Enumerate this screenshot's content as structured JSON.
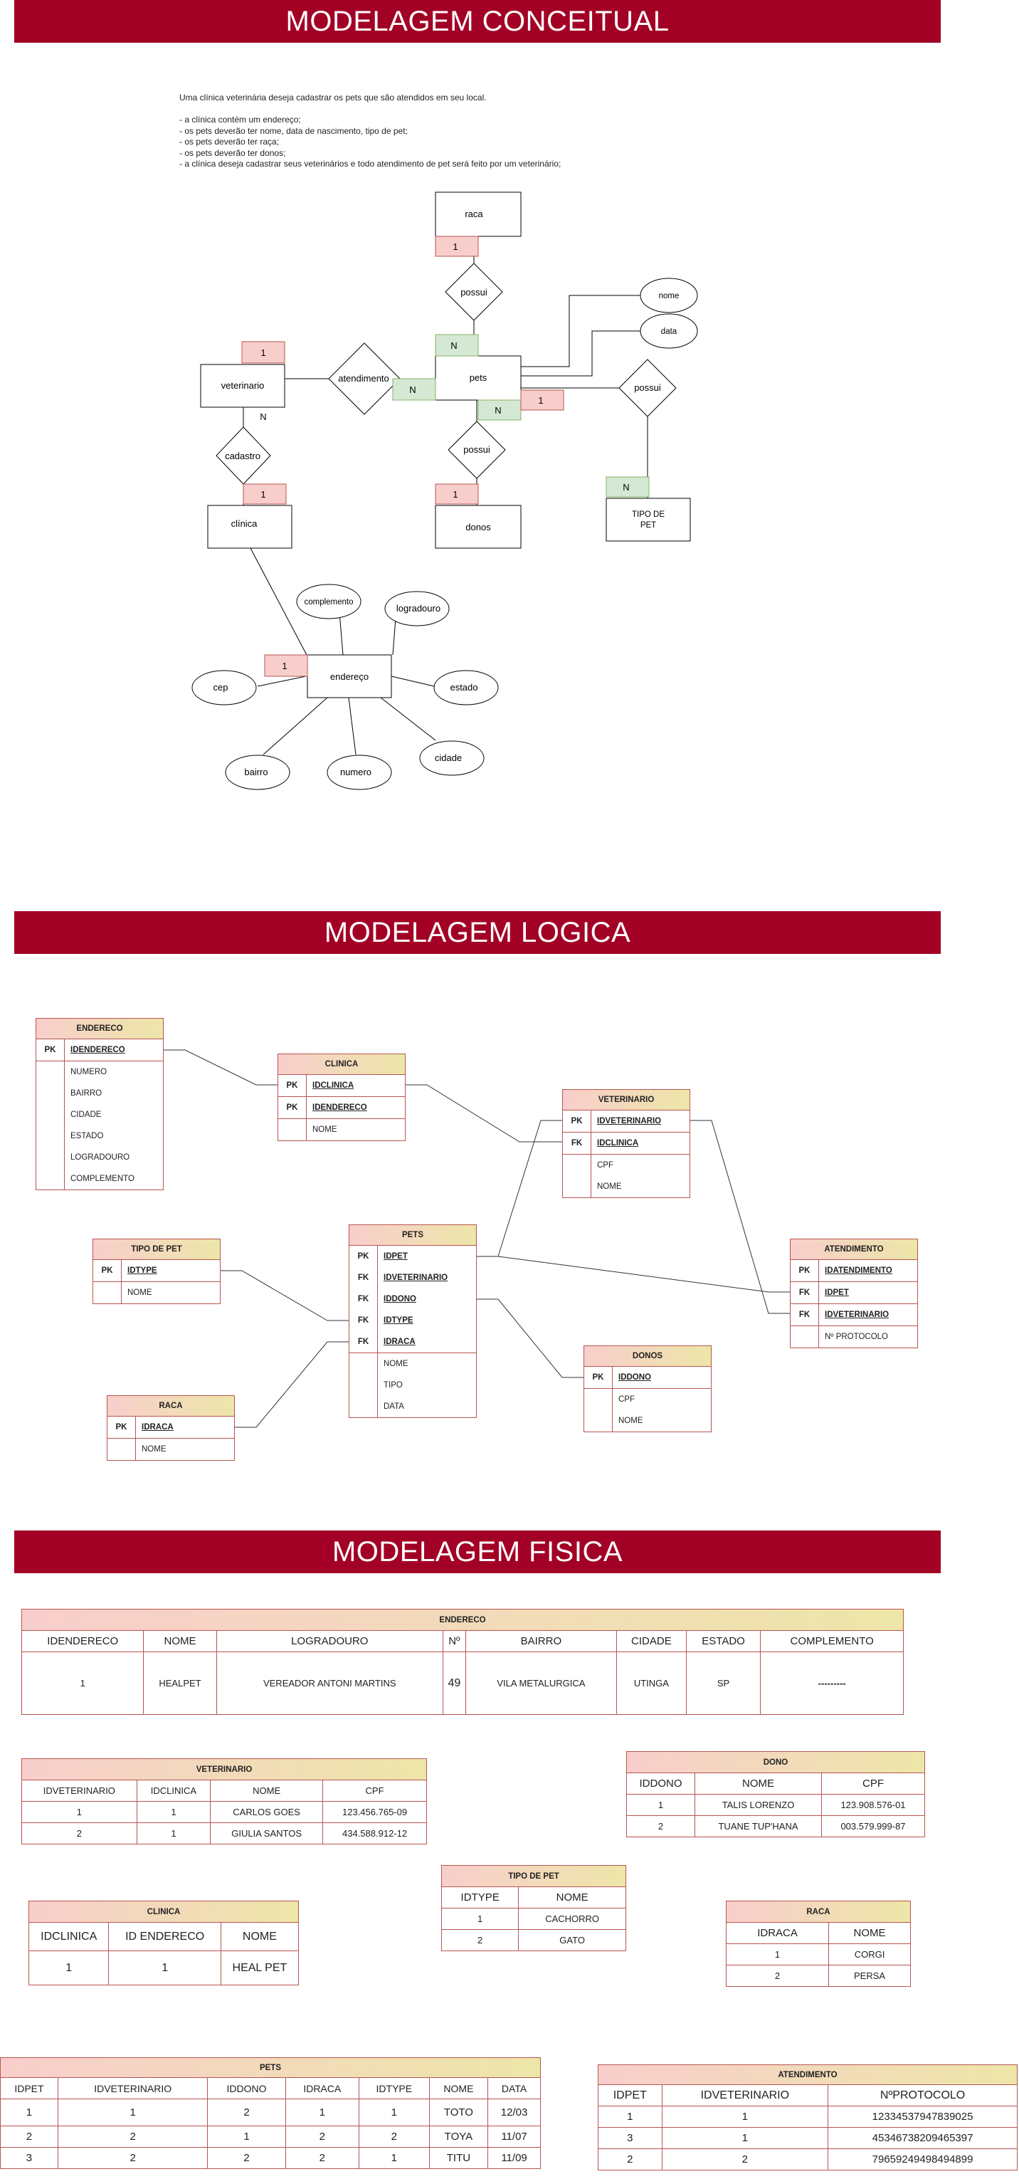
{
  "sections": {
    "conceitual": "MODELAGEM CONCEITUAL",
    "logica": "MODELAGEM LOGICA",
    "fisica": "MODELAGEM FISICA"
  },
  "description": "Uma clínica veterinária deseja cadastrar os pets que são atendidos em seu local.\n\n- a clínica contém um endereço;\n- os pets deverão ter nome, data de nascimento, tipo de pet;\n- os pets deverão ter raça;\n- os pets deverão ter donos;\n- a clínica deseja cadastrar seus veterinários e todo atendimento de pet será feito por um veterinário;",
  "er": {
    "entities": {
      "raca": "raca",
      "pets": "pets",
      "veterinario": "veterinario",
      "clinica": "clínica",
      "donos": "donos",
      "tipo_pet_line1": "TIPO DE",
      "tipo_pet_line2": "PET",
      "endereco": "endereço"
    },
    "relationships": {
      "possui_raca": "possui",
      "atendimento": "atendimento",
      "cadastro": "cadastro",
      "possui_donos": "possui",
      "possui_tipo": "possui"
    },
    "attributes": {
      "nome": "nome",
      "data": "data",
      "complemento": "complemento",
      "logradouro": "logradouro",
      "cep": "cep",
      "estado": "estado",
      "bairro": "bairro",
      "numero": "numero",
      "cidade": "cidade"
    },
    "cardinality": {
      "raca_1": "1",
      "pets_n_top": "N",
      "vet_1": "1",
      "pets_n_left": "N",
      "vet_n": "N",
      "pets_n_bottom": "N",
      "pets_1_right": "1",
      "clinica_1": "1",
      "donos_1": "1",
      "tipo_n": "N",
      "endereco_1": "1"
    }
  },
  "logical": {
    "pk": "PK",
    "fk": "FK",
    "endereco": {
      "title": "ENDERECO",
      "pk": "IDENDERECO",
      "fields": [
        "NUMERO",
        "BAIRRO",
        "CIDADE",
        "ESTADO",
        "LOGRADOURO",
        "COMPLEMENTO"
      ]
    },
    "clinica": {
      "title": "CLINICA",
      "pk1": "IDCLINICA",
      "pk2": "IDENDERECO",
      "fields": [
        "NOME"
      ]
    },
    "veterinario": {
      "title": "VETERINARIO",
      "pk": "IDVETERINARIO",
      "fk": "IDCLINICA",
      "fields": [
        "CPF",
        "NOME"
      ]
    },
    "tipo_pet": {
      "title": "TIPO DE PET",
      "pk": "IDTYPE",
      "fields": [
        "NOME"
      ]
    },
    "pets": {
      "title": "PETS",
      "pk": "IDPET",
      "fks": [
        "IDVETERINARIO",
        "IDDONO",
        "IDTYPE",
        "IDRACA"
      ],
      "fields": [
        "NOME",
        "TIPO",
        "DATA"
      ]
    },
    "atendimento": {
      "title": "ATENDIMENTO",
      "pk": "IDATENDIMENTO",
      "fks": [
        "IDPET",
        "IDVETERINARIO"
      ],
      "fields": [
        "Nº PROTOCOLO"
      ]
    },
    "donos": {
      "title": "DONOS",
      "pk": "IDDONO",
      "fields": [
        "CPF",
        "NOME"
      ]
    },
    "raca": {
      "title": "RACA",
      "pk": "IDRACA",
      "fields": [
        "NOME"
      ]
    }
  },
  "physical": {
    "endereco": {
      "title": "ENDERECO",
      "headers": [
        "IDENDERECO",
        "NOME",
        "LOGRADOURO",
        "Nº",
        "BAIRRO",
        "CIDADE",
        "ESTADO",
        "COMPLEMENTO"
      ],
      "rows": [
        [
          "1",
          "HEALPET",
          "VEREADOR ANTONI MARTINS",
          "49",
          "VILA METALURGICA",
          "UTINGA",
          "SP",
          "---------"
        ]
      ]
    },
    "veterinario": {
      "title": "VETERINARIO",
      "headers": [
        "IDVETERINARIO",
        "IDCLINICA",
        "NOME",
        "CPF"
      ],
      "rows": [
        [
          "1",
          "1",
          "CARLOS GOES",
          "123.456.765-09"
        ],
        [
          "2",
          "1",
          "GIULIA SANTOS",
          "434.588.912-12"
        ]
      ]
    },
    "dono": {
      "title": "DONO",
      "headers": [
        "IDDONO",
        "NOME",
        "CPF"
      ],
      "rows": [
        [
          "1",
          "TALIS LORENZO",
          "123.908.576-01"
        ],
        [
          "2",
          "TUANE TUP'HANA",
          "003.579.999-87"
        ]
      ]
    },
    "tipo_pet": {
      "title": "TIPO DE PET",
      "headers": [
        "IDTYPE",
        "NOME"
      ],
      "rows": [
        [
          "1",
          "CACHORRO"
        ],
        [
          "2",
          "GATO"
        ]
      ]
    },
    "clinica": {
      "title": "CLINICA",
      "headers": [
        "IDCLINICA",
        "ID ENDERECO",
        "NOME"
      ],
      "rows": [
        [
          "1",
          "1",
          "HEAL PET"
        ]
      ]
    },
    "raca": {
      "title": "RACA",
      "headers": [
        "IDRACA",
        "NOME"
      ],
      "rows": [
        [
          "1",
          "CORGI"
        ],
        [
          "2",
          "PERSA"
        ]
      ]
    },
    "pets": {
      "title": "PETS",
      "headers": [
        "IDPET",
        "IDVETERINARIO",
        "IDDONO",
        "IDRACA",
        "IDTYPE",
        "NOME",
        "DATA"
      ],
      "rows": [
        [
          "1",
          "1",
          "2",
          "1",
          "1",
          "TOTO",
          "12/03"
        ],
        [
          "2",
          "2",
          "1",
          "2",
          "2",
          "TOYA",
          "11/07"
        ],
        [
          "3",
          "2",
          "2",
          "2",
          "1",
          "TITU",
          "11/09"
        ]
      ]
    },
    "atendimento": {
      "title": "ATENDIMENTO",
      "headers": [
        "IDPET",
        "IDVETERINARIO",
        "NºPROTOCOLO"
      ],
      "rows": [
        [
          "1",
          "1",
          "12334537947839025"
        ],
        [
          "3",
          "1",
          "45346738209465397"
        ],
        [
          "2",
          "2",
          "79659249498494899"
        ]
      ]
    }
  }
}
